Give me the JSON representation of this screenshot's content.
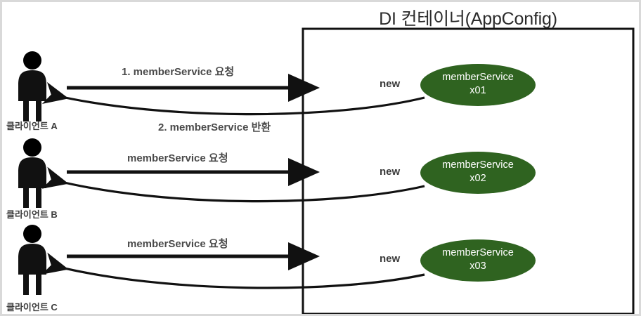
{
  "diagram": {
    "title": "DI 컨테이너(AppConfig)",
    "container_label": "DI 컨테이너(AppConfig)",
    "colors": {
      "bean_fill": "#2f6320",
      "bean_text": "#ffffff",
      "stroke": "#000000",
      "label_text": "#404040",
      "frame_border": "#d9d9d9"
    },
    "rows": [
      {
        "client_label": "클라이언트 A",
        "request_label": "1. memberService 요청",
        "return_label": "2. memberService 반환",
        "new_label": "new",
        "bean_name": "memberService",
        "bean_instance": "x01"
      },
      {
        "client_label": "클라이언트 B",
        "request_label": "memberService 요청",
        "return_label": "",
        "new_label": "new",
        "bean_name": "memberService",
        "bean_instance": "x02"
      },
      {
        "client_label": "클라이언트 C",
        "request_label": "memberService 요청",
        "return_label": "",
        "new_label": "new",
        "bean_name": "memberService",
        "bean_instance": "x03"
      }
    ]
  }
}
